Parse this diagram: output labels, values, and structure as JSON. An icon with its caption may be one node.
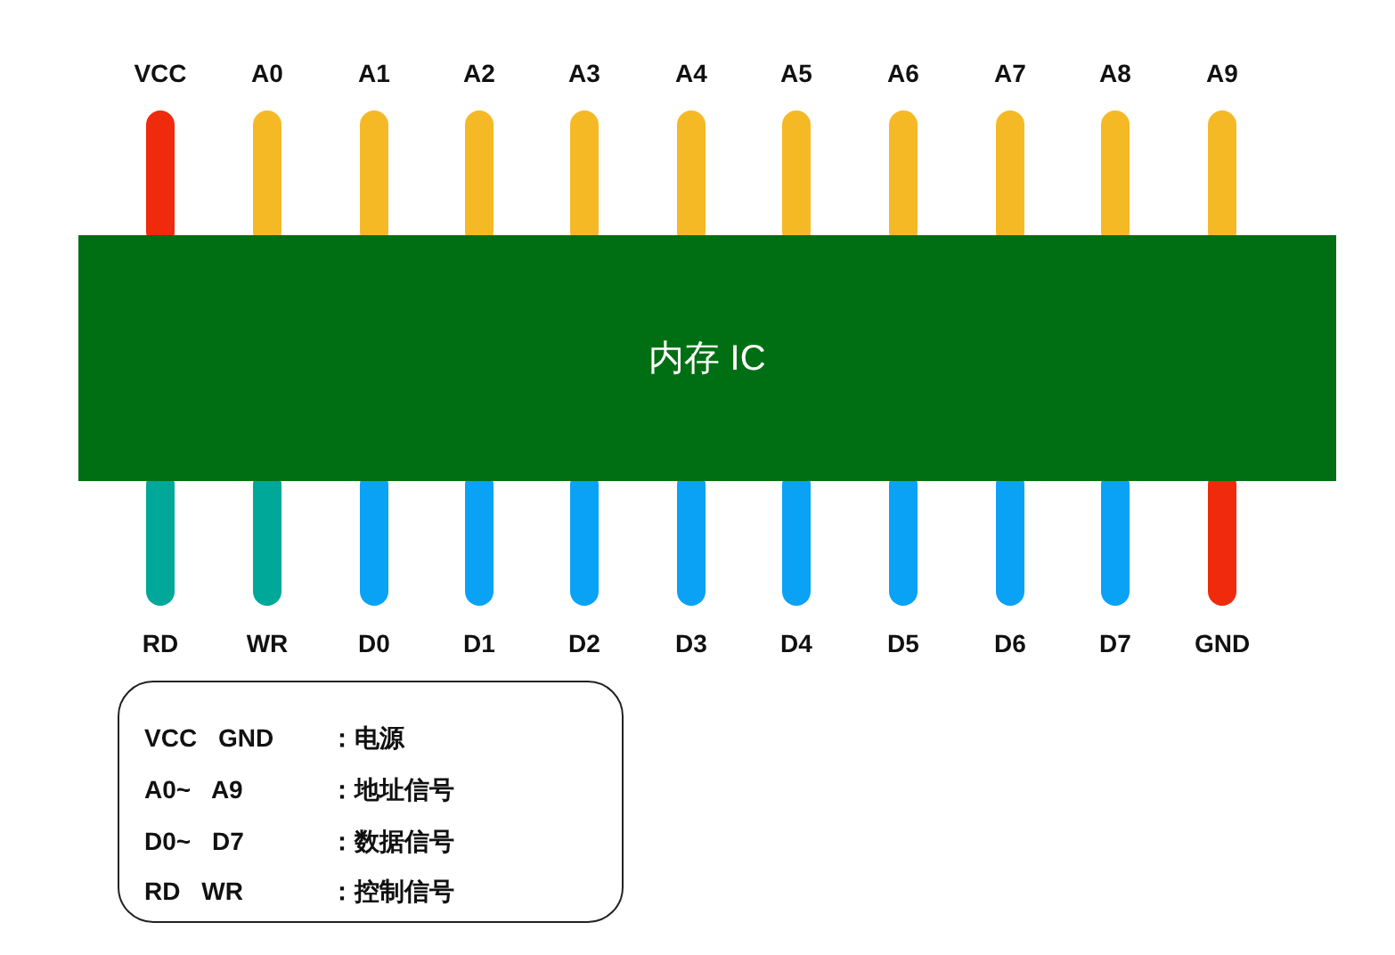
{
  "diagram": {
    "nodes": [
      {
        "text": [
          "内存 IC"
        ]
      },
      {
        "text": [
          "VCC GND",
          "：电源",
          "A0~ A9",
          "：地址信号",
          "D0~ D7",
          "：数据信号",
          "RD WR",
          "：控制信号"
        ]
      }
    ],
    "labels": [
      "VCC",
      "A0",
      "A1",
      "A2",
      "A3",
      "A4",
      "A5",
      "A6",
      "A7",
      "A8",
      "A9",
      "RD",
      "WR",
      "D0",
      "D1",
      "D2",
      "D3",
      "D4",
      "D5",
      "D6",
      "D7",
      "GND"
    ]
  }
}
